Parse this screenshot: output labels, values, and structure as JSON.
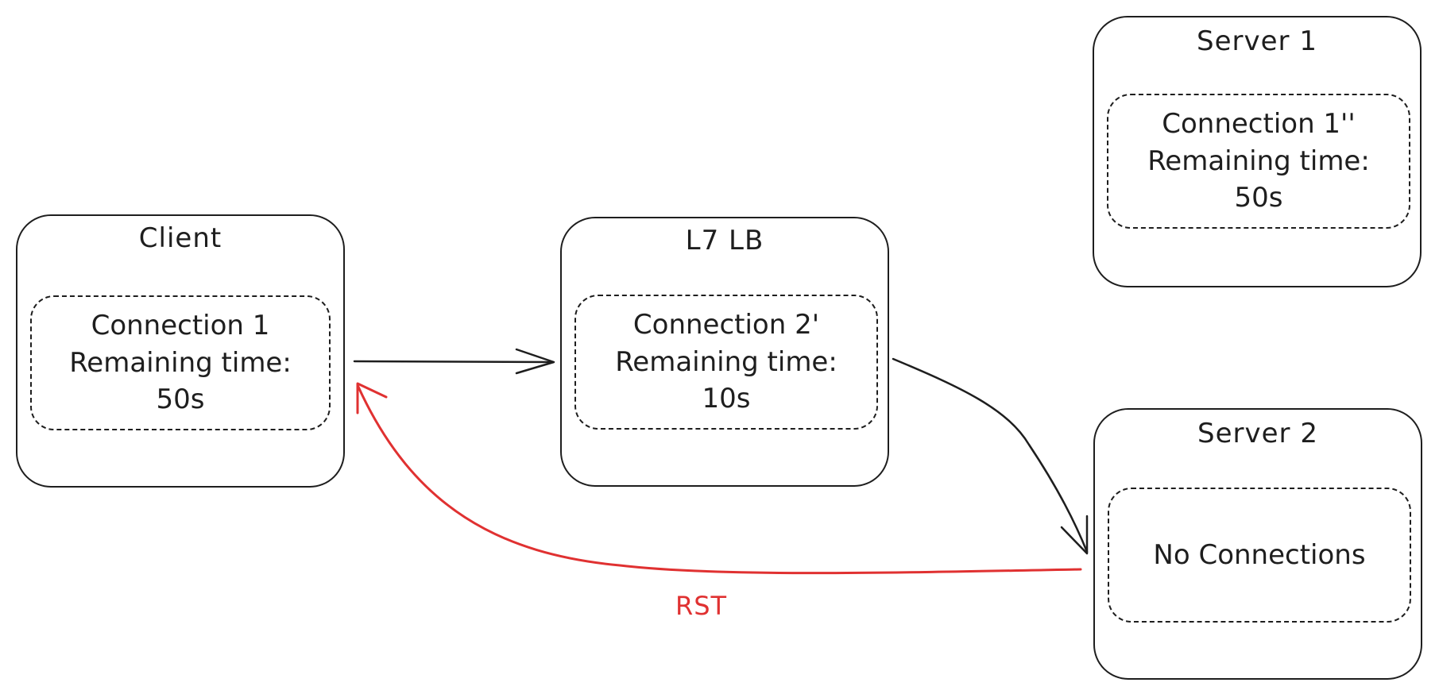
{
  "nodes": {
    "client": {
      "title": "Client",
      "connection": {
        "name": "Connection 1",
        "label": "Remaining time:",
        "time": "50s"
      }
    },
    "lb": {
      "title": "L7 LB",
      "connection": {
        "name": "Connection 2'",
        "label": "Remaining time:",
        "time": "10s"
      }
    },
    "server1": {
      "title": "Server 1",
      "connection": {
        "name": "Connection 1''",
        "label": "Remaining time:",
        "time": "50s"
      }
    },
    "server2": {
      "title": "Server 2",
      "connection": {
        "name": "No Connections"
      }
    }
  },
  "edges": {
    "rst_label": "RST"
  },
  "colors": {
    "stroke": "#1e1e1e",
    "rst": "#e03131"
  }
}
